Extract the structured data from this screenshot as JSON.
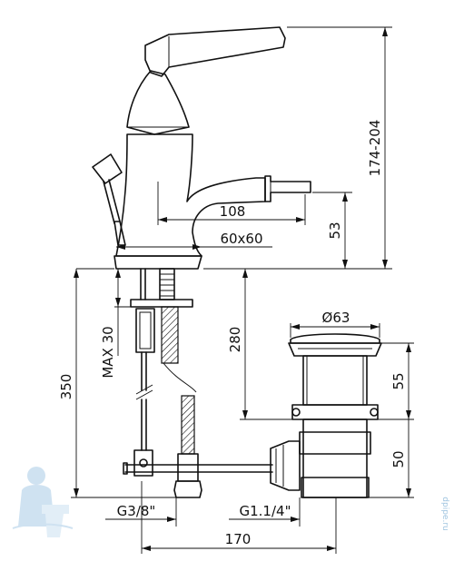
{
  "dimensions": {
    "height_range": "174-204",
    "spout_reach": "108",
    "spout_height": "53",
    "base_size": "60x60",
    "max_thickness": "MAX 30",
    "flex_length": "350",
    "waste_height": "280",
    "waste_diameter": "Ø63",
    "waste_55": "55",
    "waste_50": "50",
    "inlet_thread": "G3/8\"",
    "waste_thread": "G1.1/4\"",
    "centre_distance": "170"
  },
  "watermark": {
    "text": "dpipe.ru"
  }
}
